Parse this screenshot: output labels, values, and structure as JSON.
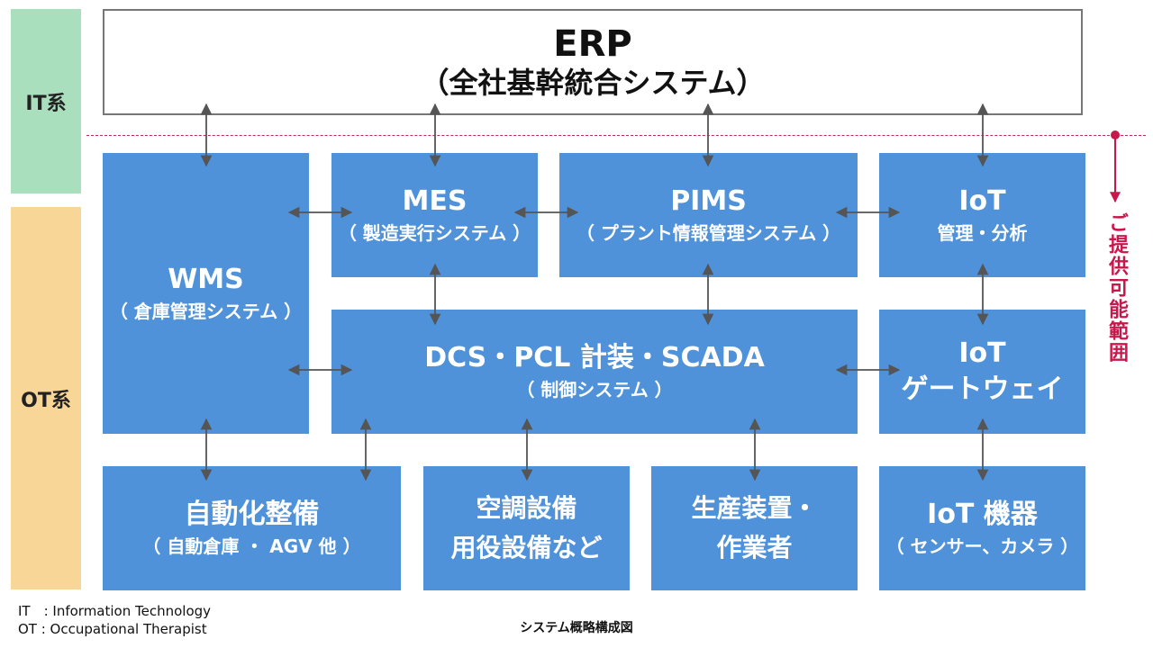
{
  "bands": {
    "it": "IT系",
    "ot": "OT系"
  },
  "erp": {
    "title": "ERP",
    "subtitle": "（全社基幹統合システム）"
  },
  "wms": {
    "title": "WMS",
    "subtitle": "（ 倉庫管理システム ）"
  },
  "mes": {
    "title": "MES",
    "subtitle": "（ 製造実行システム ）"
  },
  "pims": {
    "title": "PIMS",
    "subtitle": "（ プラント情報管理システム ）"
  },
  "iot_mgmt": {
    "title": "IoT",
    "subtitle": "管理・分析"
  },
  "dcs": {
    "title": "DCS・PCL 計装・SCADA",
    "subtitle": "（ 制御システム ）"
  },
  "iot_gateway": {
    "title": "IoT",
    "subtitle": "ゲートウェイ"
  },
  "automation": {
    "title": "自動化整備",
    "subtitle": "（ 自動倉庫 ・ AGV 他 ）"
  },
  "hvac": {
    "line1": "空調設備",
    "line2": "用役設備など"
  },
  "production": {
    "line1": "生産装置・",
    "line2": "作業者"
  },
  "iot_devices": {
    "title": "IoT 機器",
    "subtitle": "（ センサー、カメラ ）"
  },
  "scope_label": "ご提供可能範囲",
  "legend": {
    "it": "IT　: Information Technology",
    "ot": "OT : Occupational Therapist"
  },
  "caption": "システム概略構成図",
  "colors": {
    "box": "#4f92d9",
    "it_band": "#a9dfbd",
    "ot_band": "#f8d697",
    "scope": "#c8174a",
    "arrow": "#555555"
  }
}
